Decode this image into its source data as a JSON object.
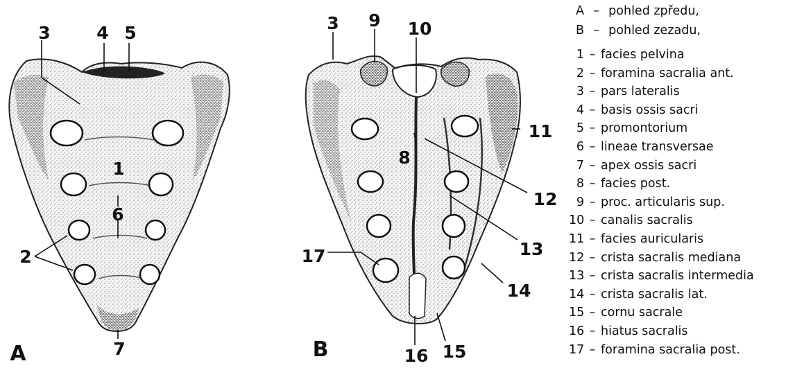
{
  "figure": {
    "view_a_letter": "A",
    "view_b_letter": "B",
    "view_a_labels": {
      "l1": "1",
      "l2": "2",
      "l3": "3",
      "l4": "4",
      "l5": "5",
      "l6": "6",
      "l7": "7"
    },
    "view_b_labels": {
      "l3": "3",
      "l8": "8",
      "l9": "9",
      "l10": "10",
      "l11": "11",
      "l12": "12",
      "l13": "13",
      "l14": "14",
      "l15": "15",
      "l16": "16",
      "l17": "17"
    }
  },
  "legend": {
    "views": [
      {
        "key": "A",
        "sep": "–",
        "text": "pohled zpředu,"
      },
      {
        "key": "B",
        "sep": "–",
        "text": "pohled zezadu,"
      }
    ],
    "items": [
      {
        "num": "1",
        "sep": "–",
        "text": "facies pelvina"
      },
      {
        "num": "2",
        "sep": "–",
        "text": "foramina sacralia ant."
      },
      {
        "num": "3",
        "sep": "–",
        "text": "pars lateralis"
      },
      {
        "num": "4",
        "sep": "–",
        "text": "basis ossis sacri"
      },
      {
        "num": "5",
        "sep": "–",
        "text": "promontorium"
      },
      {
        "num": "6",
        "sep": "–",
        "text": "lineae transversae"
      },
      {
        "num": "7",
        "sep": "–",
        "text": "apex ossis sacri"
      },
      {
        "num": "8",
        "sep": "–",
        "text": "facies post."
      },
      {
        "num": "9",
        "sep": "–",
        "text": "proc. articularis sup."
      },
      {
        "num": "10",
        "sep": "–",
        "text": "canalis sacralis"
      },
      {
        "num": "11",
        "sep": "–",
        "text": "facies auricularis"
      },
      {
        "num": "12",
        "sep": "–",
        "text": "crista sacralis mediana"
      },
      {
        "num": "13",
        "sep": "–",
        "text": "crista sacralis intermedia"
      },
      {
        "num": "14",
        "sep": "–",
        "text": "crista sacralis lat."
      },
      {
        "num": "15",
        "sep": "–",
        "text": "cornu sacrale"
      },
      {
        "num": "16",
        "sep": "–",
        "text": "hiatus sacralis"
      },
      {
        "num": "17",
        "sep": "–",
        "text": "foramina sacralia post."
      }
    ]
  }
}
